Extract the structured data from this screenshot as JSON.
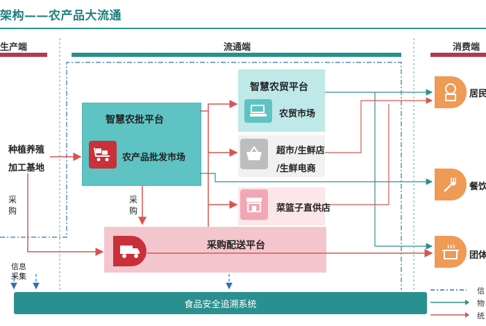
{
  "title": "架构——农产品大流通",
  "sections": {
    "producer": "生产端",
    "circulation": "流通端",
    "consumer": "消费端"
  },
  "producer": {
    "line1": "种植养殖",
    "line2": "加工基地",
    "procure": "采购",
    "info_collect": "信息采集"
  },
  "wholesale": {
    "title": "智慧农批平台",
    "market": "农产品批发市场",
    "procure": "采购"
  },
  "trade": {
    "title": "智慧农贸平台",
    "market": "农贸市场"
  },
  "supermarket": {
    "line1": "超市/生鲜店",
    "line2": "/生鲜电商"
  },
  "basket": {
    "label": "菜篮子直供店"
  },
  "delivery": {
    "label": "采购配送平台"
  },
  "consumers": {
    "resident": "居民",
    "catering": "餐饮",
    "group": "团体"
  },
  "trace": {
    "label": "食品安全追溯系统"
  },
  "legend": {
    "info": "信",
    "logistics": "物",
    "unified": "统"
  },
  "icons": {
    "wholesale": "cart-icon",
    "trade": "scale-icon",
    "supermarket": "basket-icon",
    "basket_store": "storefront-icon",
    "delivery": "truck-icon",
    "resident": "person-icon",
    "catering": "fork-icon",
    "group": "pot-icon"
  },
  "colors": {
    "teal": "#2a8f8f",
    "teal_box": "#5fc3c3",
    "red": "#d9534f",
    "orange": "#ef9a55",
    "pink": "#f3c6ce"
  }
}
